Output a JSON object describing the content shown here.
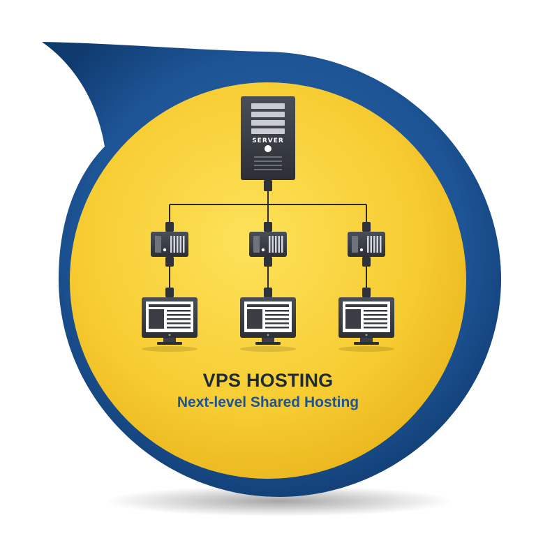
{
  "badge": {
    "title": "VPS HOSTING",
    "subtitle": "Next-level Shared Hosting"
  },
  "server": {
    "label": "SERVER",
    "icon": "server-tower-icon"
  },
  "nodes": [
    {
      "node_icon": "vps-node-icon",
      "monitor_icon": "monitor-icon"
    },
    {
      "node_icon": "vps-node-icon",
      "monitor_icon": "monitor-icon"
    },
    {
      "node_icon": "vps-node-icon",
      "monitor_icon": "monitor-icon"
    }
  ],
  "colors": {
    "outer_ring": "#1d5495",
    "outer_ring_dark": "#0f3a6e",
    "inner_disc": "#f5c72e",
    "inner_disc_light": "#fbdc4e",
    "device_dark": "#3a3d44",
    "line": "#2b2b2b",
    "title": "#1c2a3a",
    "subtitle": "#1d5495"
  }
}
